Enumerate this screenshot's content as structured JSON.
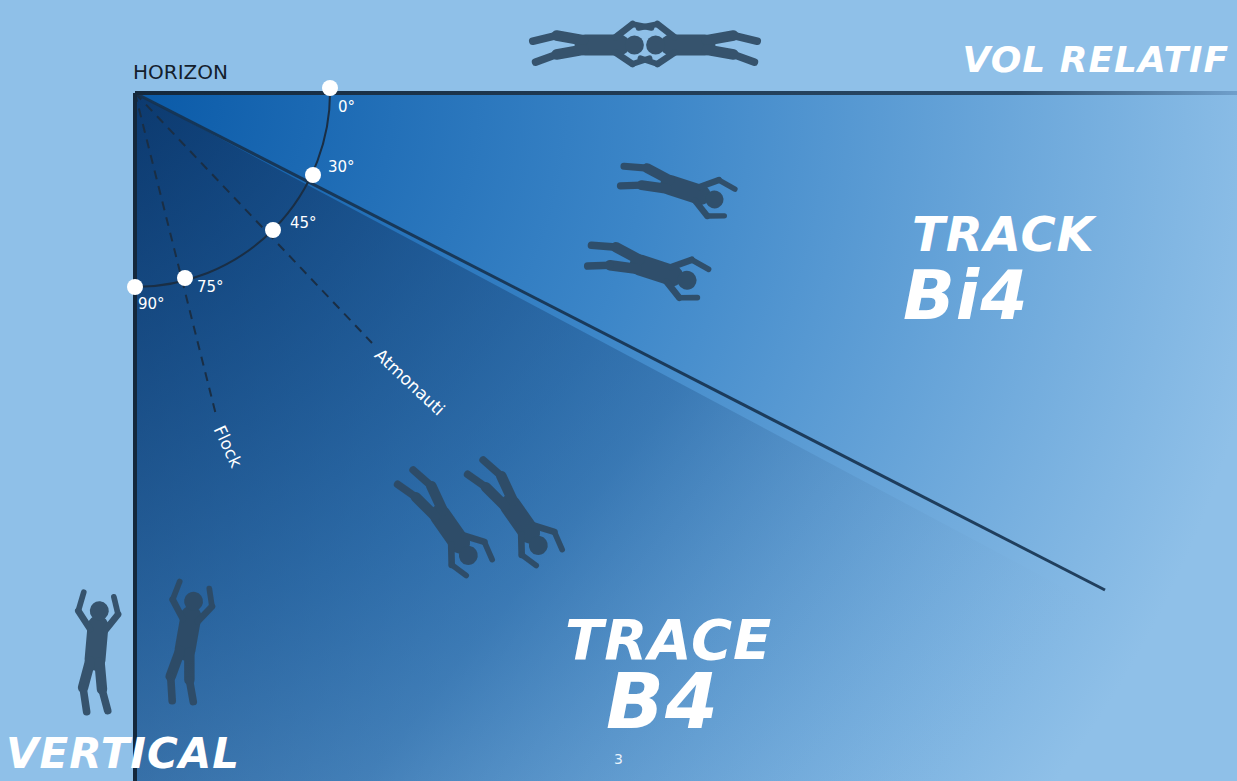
{
  "diagram": {
    "labels": [
      "HORIZON",
      "VOL RELATIF",
      "0°",
      "30°",
      "45°",
      "75°",
      "90°",
      "Atmonauti",
      "Flock",
      "TRACK",
      "Bi4",
      "TRACE",
      "B4",
      "VERTICAL",
      "3"
    ]
  }
}
